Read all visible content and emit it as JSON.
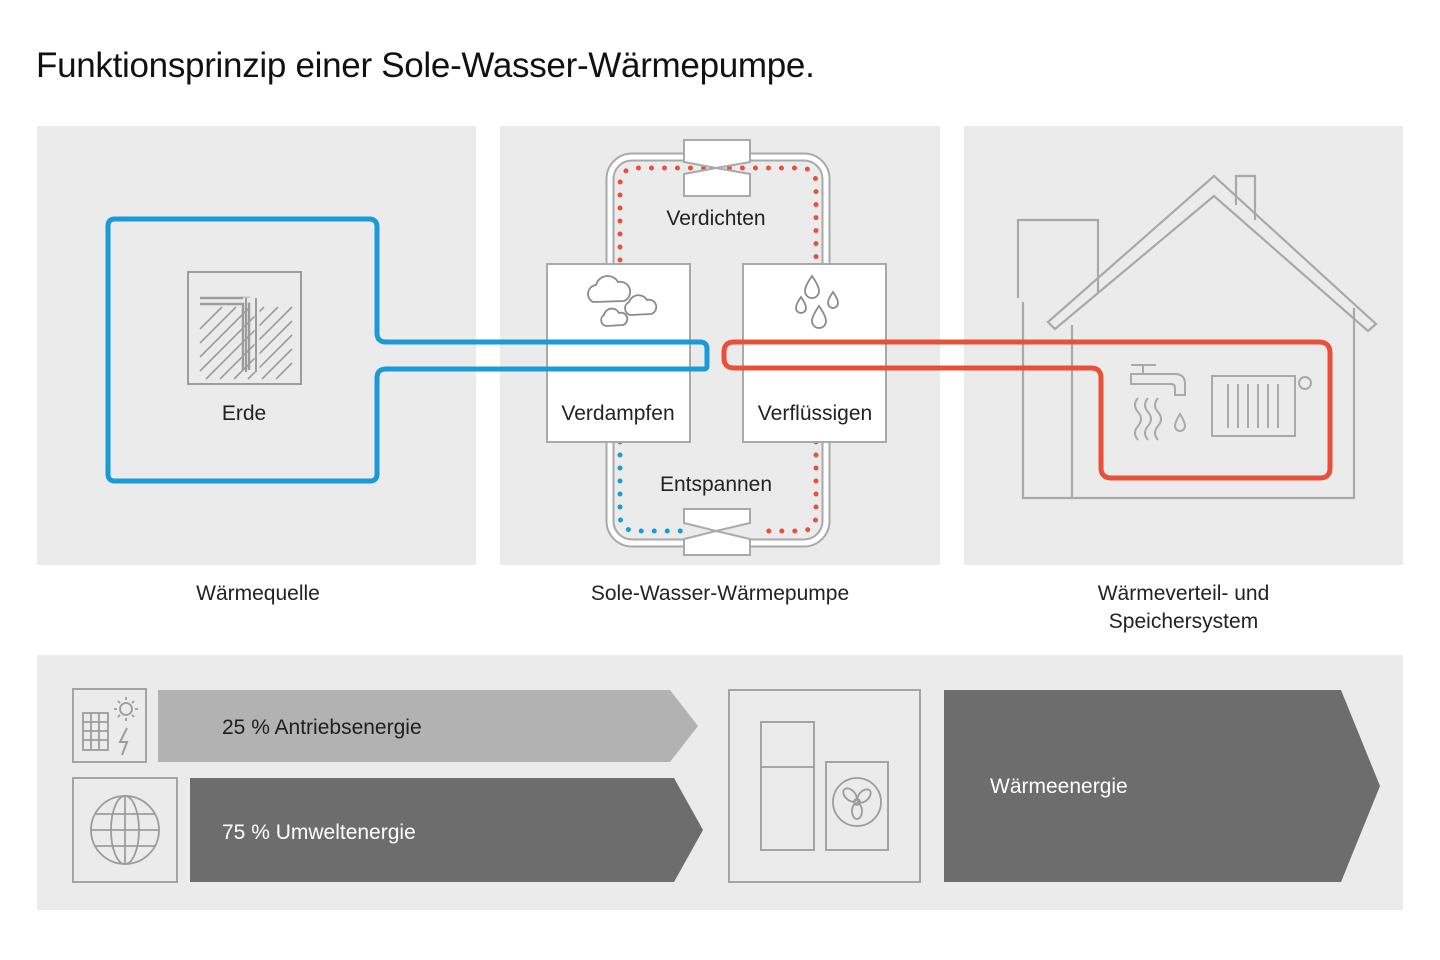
{
  "title": "Funktionsprinzip einer Sole-Wasser-Wärmepumpe.",
  "panels": {
    "source": {
      "label": "Erde",
      "caption": "Wärmequelle"
    },
    "pump": {
      "caption": "Sole-Wasser-Wärmepumpe",
      "stages": {
        "compress": "Verdichten",
        "evaporate": "Verdampfen",
        "condense": "Verflüssigen",
        "expand": "Entspannen"
      }
    },
    "distribution": {
      "caption_line1": "Wärmeverteil- und",
      "caption_line2": "Speichersystem"
    }
  },
  "energy": {
    "drive": "25 % Antriebsenergie",
    "environment": "75 % Umweltenergie",
    "output": "Wärmeenergie"
  },
  "colors": {
    "cold": "#1a9ad6",
    "hot": "#e8503a",
    "panel": "#ebebeb",
    "outline": "#9c9c9c",
    "arrow_light": "#b2b2b2",
    "arrow_dark": "#6e6d6e"
  },
  "icons": [
    "ground-probe-icon",
    "cloud-icon",
    "droplets-icon",
    "house-icon",
    "faucet-icon",
    "radiator-icon",
    "solar-panel-icon",
    "sun-icon",
    "lightning-icon",
    "globe-icon",
    "heat-pump-unit-icon",
    "fan-icon"
  ]
}
